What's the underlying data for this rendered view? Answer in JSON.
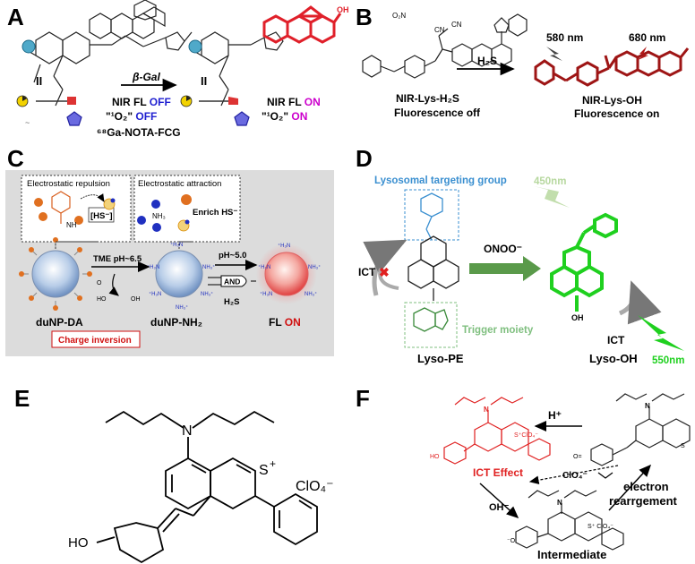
{
  "panels": {
    "A": {
      "letter": "A",
      "enzyme": "β-Gal",
      "left_fl_prefix": "NIR FL ",
      "left_fl_state": "OFF",
      "left_o2_prefix": "\"¹O₂\" ",
      "left_o2_state": "OFF",
      "probe_name": "⁶⁸Ga-NOTA-FCG",
      "right_fl_prefix": "NIR FL ",
      "right_fl_state": "ON",
      "right_o2_prefix": "\"¹O₂\" ",
      "right_o2_state": "ON",
      "roman_left": "II",
      "roman_right": "II",
      "oh_label": "OH",
      "colors": {
        "off": "#1f1fd0",
        "on": "#cc00cc",
        "red_dye": "#e0202a"
      }
    },
    "B": {
      "letter": "B",
      "reagent": "H₂S",
      "probe_name": "NIR-Lys-H₂S",
      "probe_state": "Fluorescence off",
      "product_name": "NIR-Lys-OH",
      "product_state": "Fluorescence on",
      "ex_wavelength": "580 nm",
      "em_wavelength": "680 nm",
      "colors": {
        "product": "#9e1515"
      }
    },
    "C": {
      "letter": "C",
      "box_left_title": "Electrostatic repulsion",
      "box_left_ion": "[HS⁻]",
      "box_right_title": "Electrostatic attraction",
      "box_right_text": "Enrich HS⁻",
      "nh3_label": "NH₃",
      "nh_label": "NH",
      "step1_label": "TME pH~6.5",
      "step2_label": "pH~5.0",
      "and_label": "AND",
      "h2s_label": "H₂S",
      "np1_name": "duNP-DA",
      "np2_name": "duNP-NH₂",
      "np3_prefix": "FL ",
      "np3_state": "ON",
      "charge_inversion": "Charge inversion",
      "colors": {
        "panel_bg": "#d9d9d9",
        "on": "#d01010",
        "minus": "#e07020",
        "plus": "#2030c0"
      }
    },
    "D": {
      "letter": "D",
      "targeting_group": "Lysosomal targeting group",
      "trigger_moiety": "Trigger moiety",
      "reagent": "ONOO⁻",
      "ict_left": "ICT",
      "ict_right": "ICT",
      "ex_wavelength": "450nm",
      "em_wavelength": "550nm",
      "probe_name": "Lyso-PE",
      "product_name": "Lyso-OH",
      "oh_label": "OH",
      "colors": {
        "blue": "#3a8fd0",
        "green_box": "#7fbf7f",
        "product": "#1fd01f",
        "arrow": "#5a9a4a"
      }
    },
    "E": {
      "letter": "E",
      "counter_ion": "ClO₄⁻",
      "n_label": "N",
      "s_label": "S",
      "s_charge": "+",
      "ho_label": "HO"
    },
    "F": {
      "letter": "F",
      "acid": "H⁺",
      "base": "OH⁻",
      "ict_effect": "ICT Effect",
      "clo4_mid": "ClO₄⁻",
      "electron": "electron",
      "rearrangement": "rearrgement",
      "intermediate": "Intermediate",
      "ho_label": "HO",
      "o_label": "O=",
      "colors": {
        "red": "#e02020"
      }
    }
  }
}
